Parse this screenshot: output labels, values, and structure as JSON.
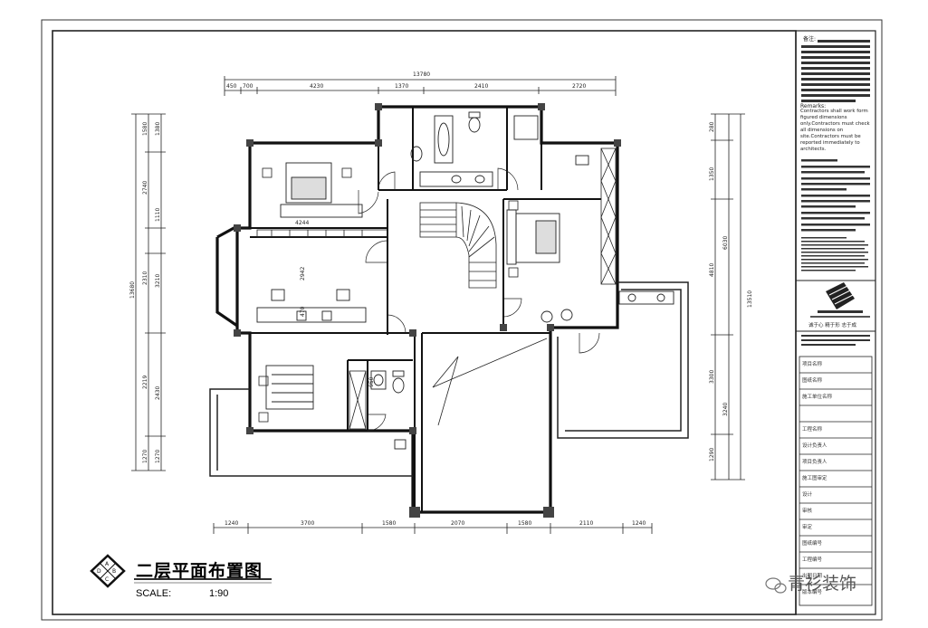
{
  "drawing": {
    "title": "二层平面布置图",
    "scale_label": "SCALE:",
    "scale_value": "1:90",
    "symbol_letters": [
      "A",
      "B",
      "C",
      "D"
    ]
  },
  "dimensions": {
    "top_total": "13780",
    "top": [
      "450",
      "700",
      "4230",
      "1370",
      "2410",
      "2720"
    ],
    "bottom": [
      "1240",
      "3700",
      "1580",
      "2070",
      "1580",
      "2110",
      "1240"
    ],
    "left_outer_total": "13680",
    "left_outer": [
      "1580",
      "1380",
      "2740",
      "1110",
      "2310",
      "3210",
      "2219",
      "2430",
      "1270",
      "1270"
    ],
    "right_total": "13510",
    "right": [
      "280",
      "1350",
      "4810",
      "6030",
      "3300",
      "3240",
      "1290"
    ],
    "room": [
      "4244",
      "2942",
      "470",
      "950"
    ]
  },
  "title_block": {
    "remarks_label": "备注:",
    "remarks_en_label": "Remarks:",
    "remarks_en": "Contractors shall work form figured dimensions only.Contractors must check all dimensions on site.Contractors must be reported immediately to architects.",
    "company_tag": "诚于心 精于形 志于成",
    "fields": [
      "项目名称",
      "图纸名称",
      "施工单位名称",
      "工程名称",
      "设计负责人",
      "项目负责人",
      "施工图审定",
      "设计",
      "审核",
      "审定",
      "图纸编号",
      "工程编号",
      "出图日期",
      "版本编号"
    ]
  },
  "watermark": "青衫装饰"
}
